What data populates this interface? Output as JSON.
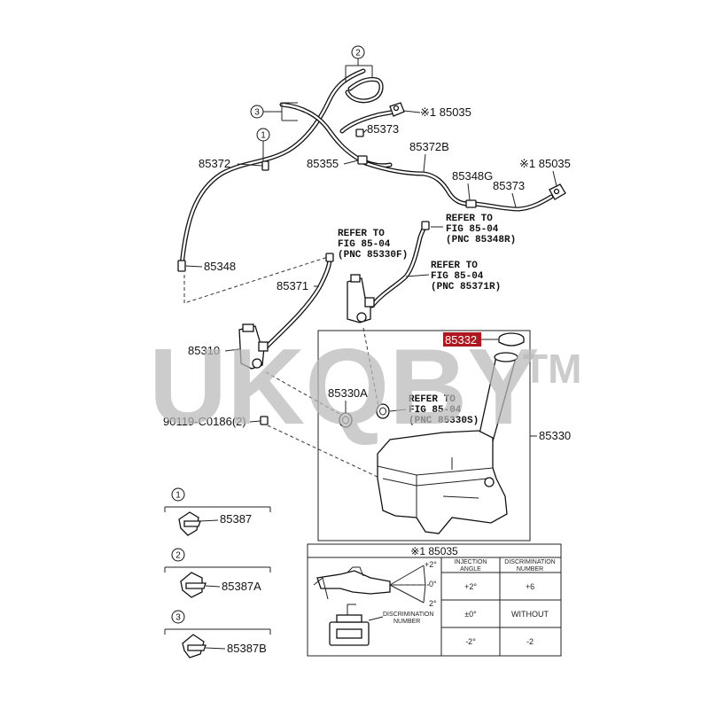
{
  "labels": {
    "p85372": "85372",
    "p85355": "85355",
    "p85373_top": "85373",
    "p85035_top": "※1 85035",
    "p85372B": "85372B",
    "p85348G": "85348G",
    "p85373_right": "85373",
    "p85035_right": "※1 85035",
    "p85348": "85348",
    "p85371": "85371",
    "p85310": "85310",
    "p85330A": "85330A",
    "p90119": "90119-C0186(2)",
    "p85330": "85330",
    "p85332": "85332",
    "p85387": "85387",
    "p85387A": "85387A",
    "p85387B": "85387B"
  },
  "callouts": {
    "c1": "1",
    "c2": "2",
    "c3": "3",
    "d1": "1",
    "d2": "2",
    "d3": "3"
  },
  "refs": {
    "ref_85330F": [
      "REFER TO",
      "FIG 85-04",
      "(PNC 85330F)"
    ],
    "ref_85348R": [
      "REFER TO",
      "FIG 85-04",
      "(PNC 85348R)"
    ],
    "ref_85371R": [
      "REFER TO",
      "FIG 85-04",
      "(PNC 85371R)"
    ],
    "ref_85330S": [
      "REFER TO",
      "FIG 85-04",
      "(PNC 85330S)"
    ]
  },
  "inset": {
    "title": "※1 85035",
    "angle_plus": "+2°",
    "angle_zero": "0°",
    "angle_minus": "2°",
    "disc_label": [
      "DISCRIMINATION",
      "NUMBER"
    ],
    "headers": [
      [
        "INJECTION",
        "ANGLE"
      ],
      [
        "DISCRIMINATION",
        "NUMBER"
      ]
    ],
    "rows": [
      [
        "+2°",
        "+6"
      ],
      [
        "±0°",
        "WITHOUT"
      ],
      [
        "-2°",
        "-2"
      ]
    ]
  },
  "watermark": {
    "text": "UKQBY",
    "tm": "TM"
  },
  "colors": {
    "highlight": "#b0161e",
    "ink": "#111111"
  }
}
